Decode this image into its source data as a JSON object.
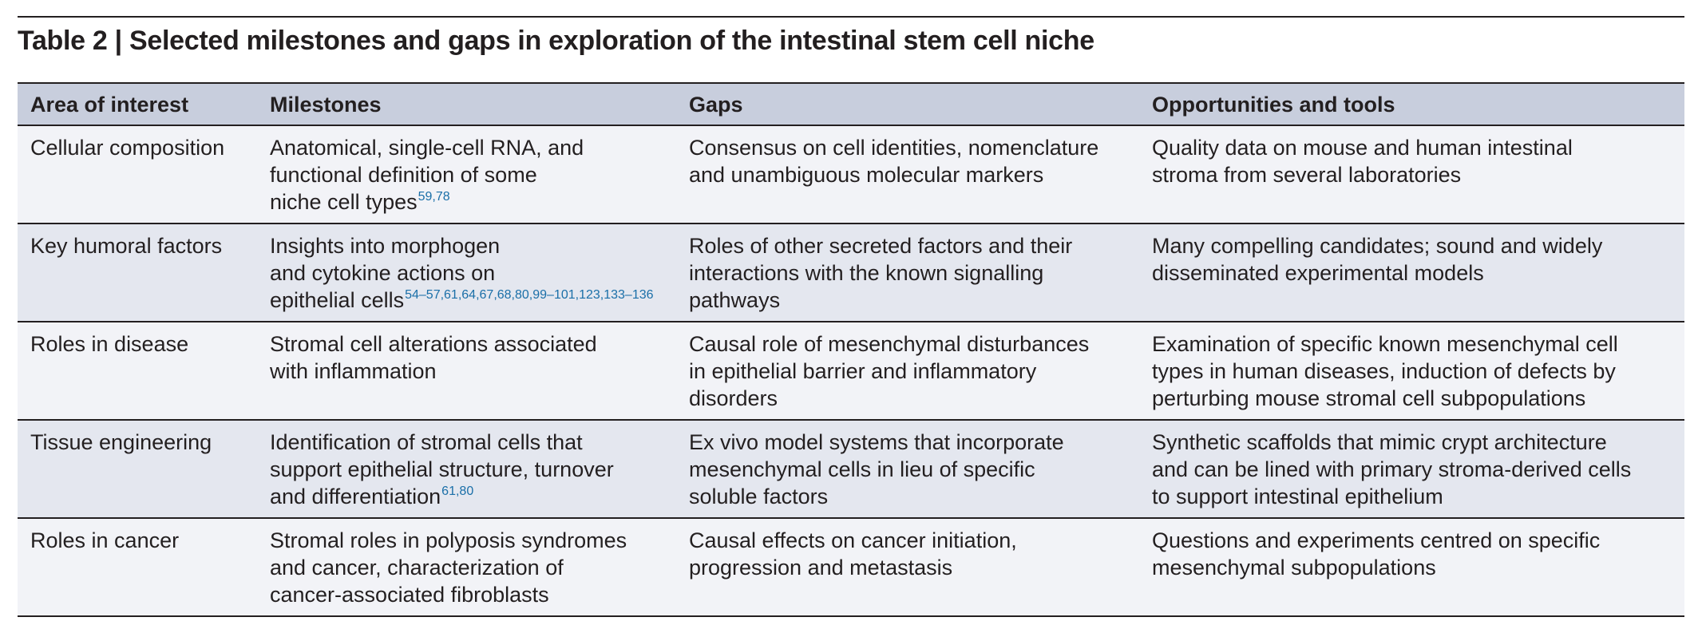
{
  "title": "Table 2 | Selected milestones and gaps in exploration of the intestinal stem cell niche",
  "headers": [
    "Area of interest",
    "Milestones",
    "Gaps",
    "Opportunities and tools"
  ],
  "rows": [
    {
      "area": [
        "Cellular composition"
      ],
      "milestones": [
        "Anatomical, single-cell RNA, and",
        "functional definition of some",
        "niche cell types"
      ],
      "milestones_ref": "59,78",
      "gaps": [
        "Consensus on cell identities, nomenclature",
        "and unambiguous molecular markers"
      ],
      "opportunities": [
        "Quality data on mouse and human intestinal",
        "stroma from several laboratories"
      ]
    },
    {
      "area": [
        "Key humoral factors"
      ],
      "milestones": [
        "Insights into morphogen",
        "and cytokine actions on",
        "epithelial cells"
      ],
      "milestones_ref": "54–57,61,64,67,68,80,99–101,123,133–136",
      "gaps": [
        "Roles of other secreted factors and their",
        "interactions with the known signalling",
        "pathways"
      ],
      "opportunities": [
        "Many compelling candidates; sound and widely",
        "disseminated experimental models"
      ]
    },
    {
      "area": [
        "Roles in disease"
      ],
      "milestones": [
        "Stromal cell alterations associated",
        "with inflammation"
      ],
      "milestones_ref": "",
      "gaps": [
        "Causal role of mesenchymal disturbances",
        "in epithelial barrier and inflammatory",
        "disorders"
      ],
      "opportunities": [
        "Examination of specific known mesenchymal cell",
        "types in human diseases, induction of defects by",
        "perturbing mouse stromal cell subpopulations"
      ]
    },
    {
      "area": [
        "Tissue engineering"
      ],
      "milestones": [
        "Identification of stromal cells that",
        "support epithelial structure, turnover",
        "and differentiation"
      ],
      "milestones_ref": "61,80",
      "gaps": [
        "Ex vivo model systems that incorporate",
        "mesenchymal cells in lieu of specific",
        "soluble factors"
      ],
      "opportunities": [
        "Synthetic scaffolds that mimic crypt architecture",
        "and can be lined with primary stroma-derived cells",
        "to support intestinal epithelium"
      ]
    },
    {
      "area": [
        "Roles in cancer"
      ],
      "milestones": [
        "Stromal roles in polyposis syndromes",
        "and cancer, characterization of",
        "cancer-associated fibroblasts"
      ],
      "milestones_ref": "",
      "gaps": [
        "Causal effects on cancer initiation,",
        "progression and metastasis"
      ],
      "opportunities": [
        "Questions and experiments centred on specific",
        "mesenchymal subpopulations"
      ]
    }
  ],
  "colors": {
    "header_bg": "#c8cedd",
    "row_light": "#f2f3f7",
    "row_dark": "#e4e7ef",
    "reference_link": "#1a6fa8"
  }
}
